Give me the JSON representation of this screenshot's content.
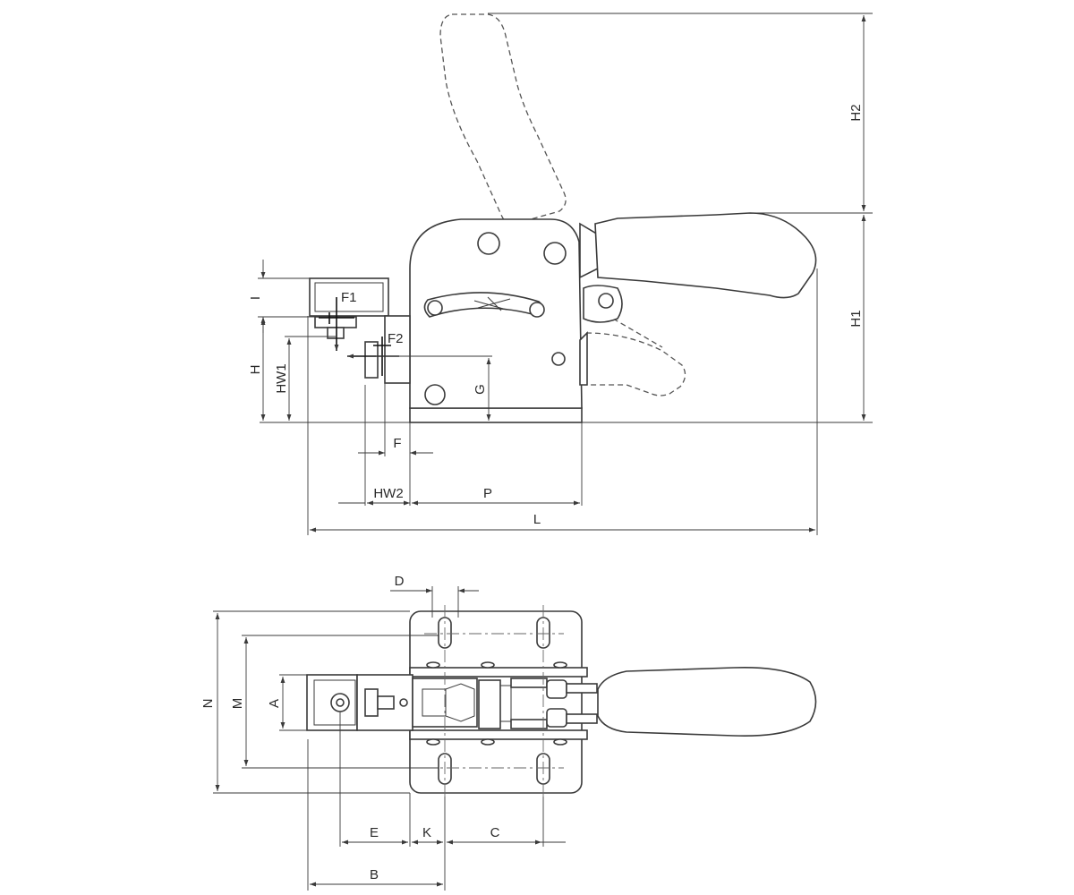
{
  "drawing": {
    "labels": {
      "H2": "H2",
      "H1": "H1",
      "I": "I",
      "H": "H",
      "HW1": "HW1",
      "G": "G",
      "F": "F",
      "HW2": "HW2",
      "P": "P",
      "L": "L",
      "F1": "F1",
      "F2": "F2",
      "D": "D",
      "N": "N",
      "M": "M",
      "A": "A",
      "E": "E",
      "K": "K",
      "C": "C",
      "B": "B"
    }
  }
}
